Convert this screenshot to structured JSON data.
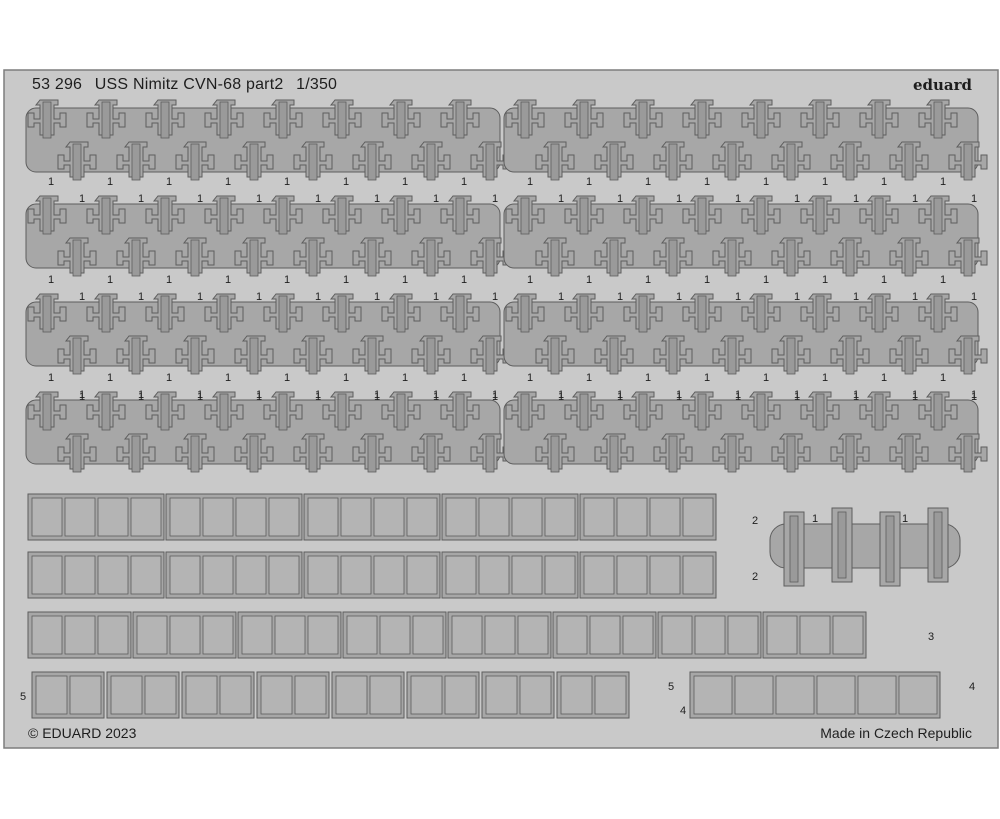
{
  "header": {
    "product_number": "53 296",
    "title": "USS Nimitz CVN-68 part2",
    "scale": "1/350",
    "brand_logo": "eduard"
  },
  "footer": {
    "copyright": "© EDUARD 2023",
    "origin": "Made in Czech Republic"
  },
  "part_labels": {
    "p1": "1",
    "p2": "2",
    "p3": "3",
    "p4": "4",
    "p5": "5"
  },
  "colors": {
    "fret": "#c9c9c9",
    "fret_edge": "#7d7d7d",
    "part_fill": "#a7a7a7",
    "part_edge": "#5d5d5d",
    "background": "#ffffff"
  }
}
